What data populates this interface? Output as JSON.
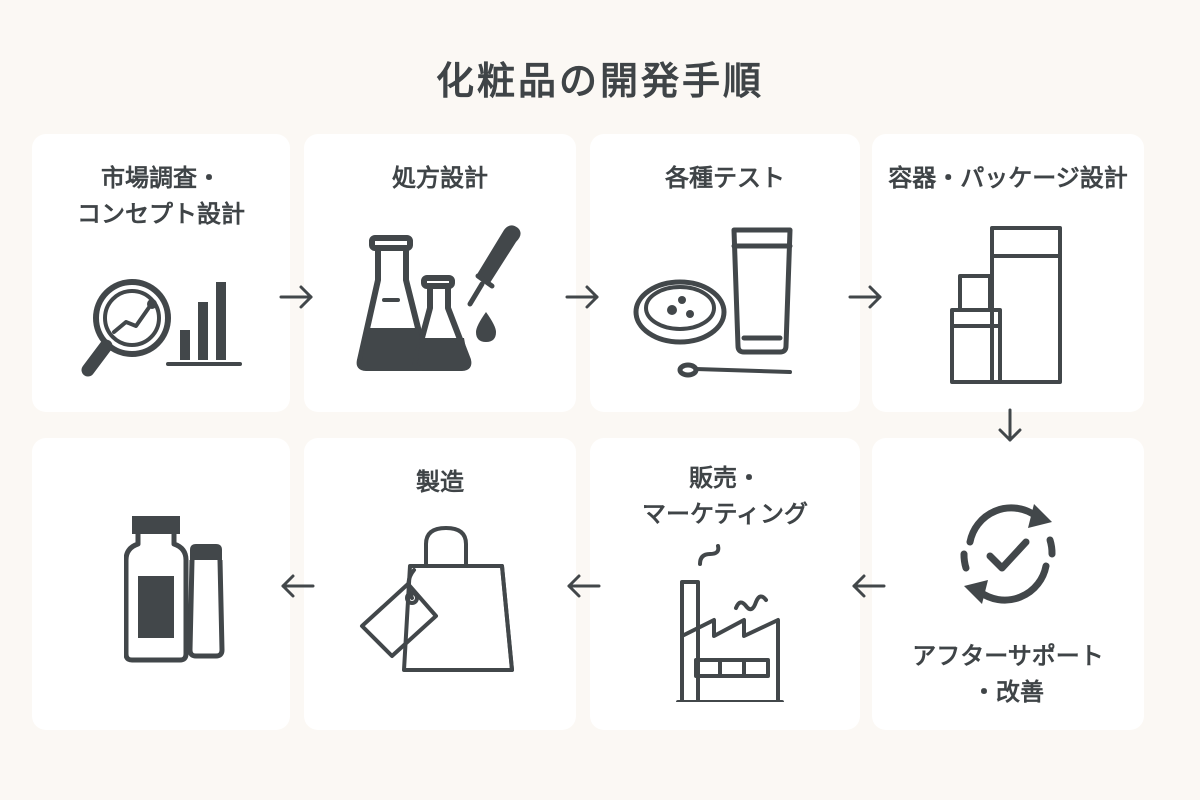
{
  "title": "化粧品の開発手順",
  "steps": [
    {
      "id": "market-research",
      "label_lines": [
        "市場調査・",
        "コンセプト設計"
      ],
      "icon": "magnifier-chart-icon"
    },
    {
      "id": "formulation",
      "label_lines": [
        "処方設計"
      ],
      "icon": "flask-dropper-icon"
    },
    {
      "id": "testing",
      "label_lines": [
        "各種テスト"
      ],
      "icon": "petri-tube-icon"
    },
    {
      "id": "packaging",
      "label_lines": [
        "容器・パッケージ設計"
      ],
      "icon": "bottles-icon"
    },
    {
      "id": "after-support",
      "label_lines": [
        "アフターサポート",
        "・改善"
      ],
      "icon": "cycle-check-icon"
    },
    {
      "id": "sales",
      "label_lines": [
        "販売・",
        "マーケティング"
      ],
      "icon": "factory-icon"
    },
    {
      "id": "manufacturing",
      "label_lines": [
        "製造"
      ],
      "icon": "shopping-bag-tag-icon"
    },
    {
      "id": "product",
      "label_lines": [],
      "icon": "product-bottle-icon"
    }
  ],
  "arrows": [
    "right",
    "right",
    "right",
    "down",
    "left",
    "left",
    "left"
  ],
  "colors": {
    "background": "#fbf8f4",
    "card": "#ffffff",
    "icon": "#42474a"
  }
}
